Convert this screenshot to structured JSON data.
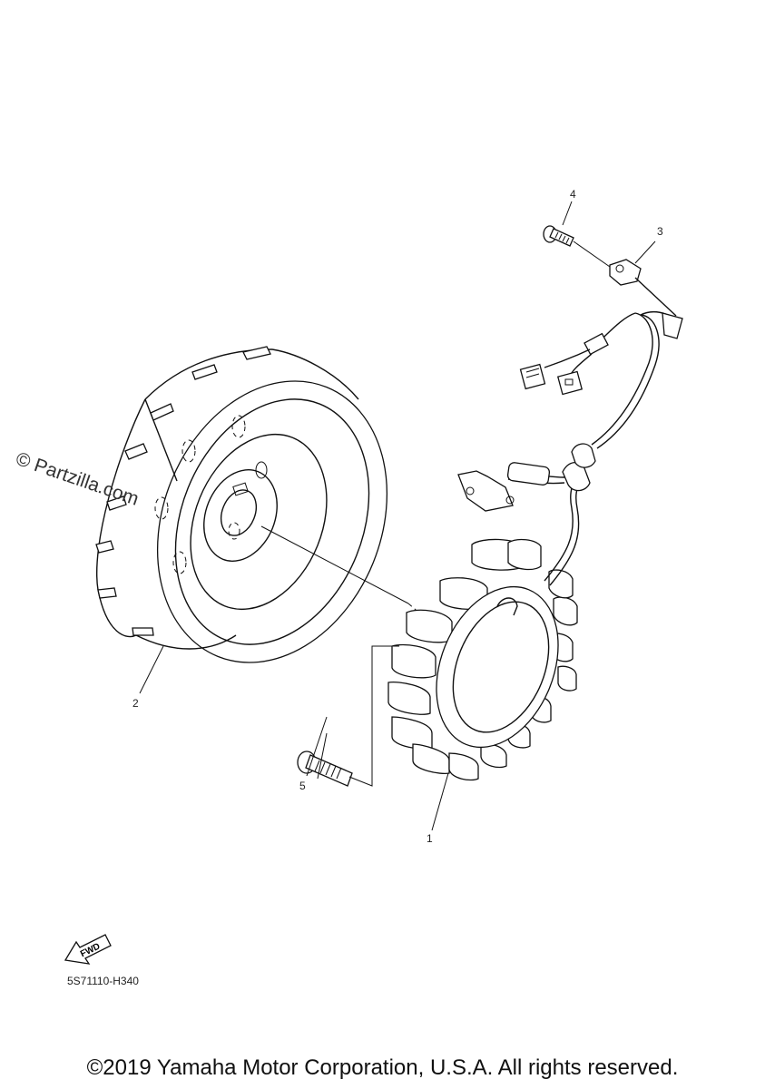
{
  "callouts": [
    {
      "id": "4",
      "text": "4"
    },
    {
      "id": "3",
      "text": "3"
    },
    {
      "id": "2",
      "text": "2"
    },
    {
      "id": "5",
      "text": "5"
    },
    {
      "id": "1",
      "text": "1"
    }
  ],
  "watermark": "© Partzilla.com",
  "fwd_label": "FWD",
  "drawing_code": "5S71110-H340",
  "copyright": "©2019 Yamaha Motor Corporation, U.S.A. All rights reserved."
}
